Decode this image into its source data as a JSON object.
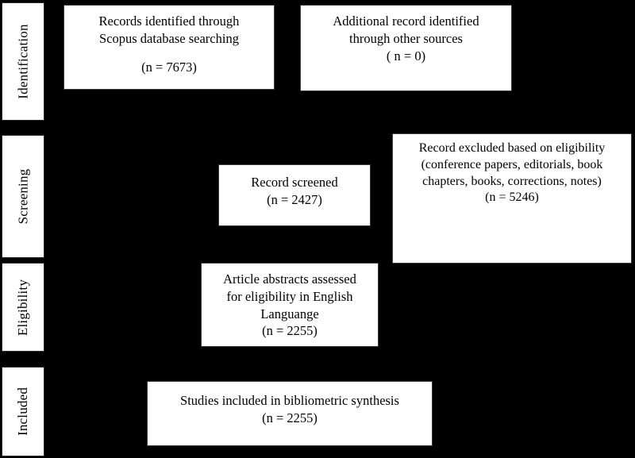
{
  "diagram": {
    "title": "PRISMA flow diagram",
    "type": "prisma-flow-diagram",
    "background_color": "#000000",
    "box_fill_color": "#ffffff",
    "box_border_color": "#3a3a3a",
    "text_color": "#000000"
  },
  "stages": [
    {
      "id": "identification",
      "label": "Identification"
    },
    {
      "id": "screening",
      "label": "Screening"
    },
    {
      "id": "eligibility",
      "label": "Eligibility"
    },
    {
      "id": "included",
      "label": "Included"
    }
  ],
  "boxes": {
    "records_identified": {
      "line1": "Records identified through",
      "line2": "Scopus database searching",
      "count": "(n = 7673)"
    },
    "additional_records": {
      "line1": "Additional record identified",
      "line2": "through other sources",
      "count": "( n = 0)"
    },
    "records_screened": {
      "line1": "Record screened",
      "count": "(n = 2427)"
    },
    "records_excluded": {
      "line1": "Record excluded based on eligibility",
      "line2": "(conference papers, editorials, book",
      "line3": "chapters, books, corrections, notes)",
      "count": "(n = 5246)"
    },
    "abstracts_assessed": {
      "line1": "Article abstracts assessed",
      "line2": "for eligibility in English",
      "line3": "Languange",
      "count": "(n = 2255)"
    },
    "studies_included": {
      "line1": "Studies included in bibliometric synthesis",
      "count": "(n = 2255)"
    }
  },
  "chart_data": {
    "type": "diagram",
    "title": "PRISMA flow diagram",
    "nodes": [
      {
        "id": "records_identified",
        "stage": "Identification",
        "label": "Records identified through Scopus database searching",
        "n": 7673
      },
      {
        "id": "additional_records",
        "stage": "Identification",
        "label": "Additional record identified through other sources",
        "n": 0
      },
      {
        "id": "records_screened",
        "stage": "Screening",
        "label": "Record screened",
        "n": 2427
      },
      {
        "id": "records_excluded",
        "stage": "Screening",
        "label": "Record excluded based on eligibility (conference papers, editorials, book chapters, books, corrections, notes)",
        "n": 5246
      },
      {
        "id": "abstracts_assessed",
        "stage": "Eligibility",
        "label": "Article abstracts assessed for eligibility in English Languange",
        "n": 2255
      },
      {
        "id": "studies_included",
        "stage": "Included",
        "label": "Studies included in bibliometric synthesis",
        "n": 2255
      }
    ],
    "edges": [
      {
        "from": "records_identified",
        "to": "records_screened"
      },
      {
        "from": "additional_records",
        "to": "records_screened"
      },
      {
        "from": "records_screened",
        "to": "records_excluded"
      },
      {
        "from": "records_screened",
        "to": "abstracts_assessed"
      },
      {
        "from": "abstracts_assessed",
        "to": "studies_included"
      }
    ]
  }
}
